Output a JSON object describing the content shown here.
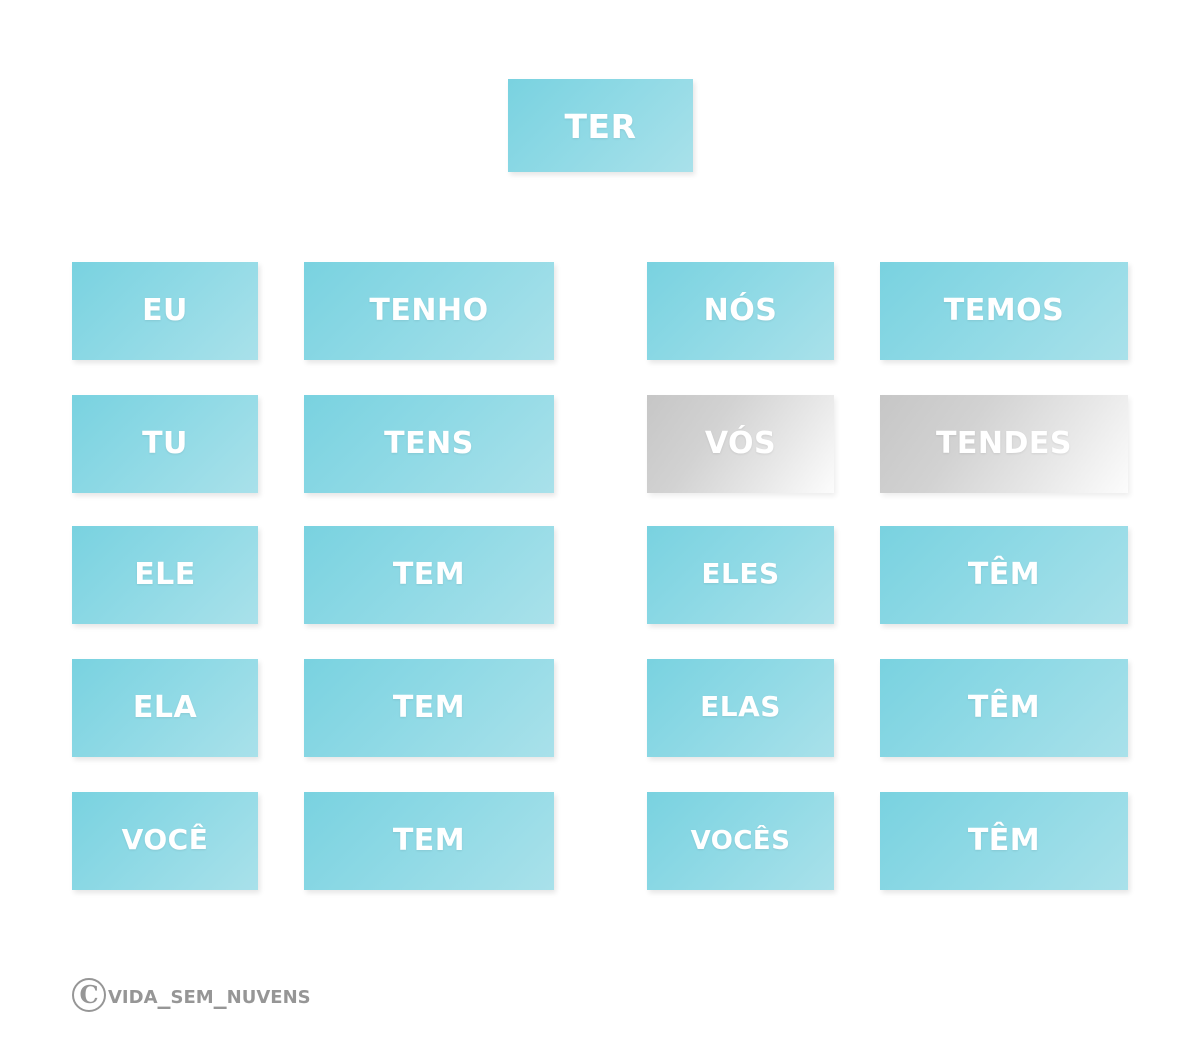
{
  "title": {
    "label": "ter"
  },
  "colors": {
    "card_gradient_start": "#79d2e0",
    "card_gradient_end": "#a9e1ea",
    "muted_gradient_start": "#c6c6c6",
    "muted_gradient_end": "#fcfcfc",
    "text": "#ffffff",
    "background": "#ffffff",
    "watermark": "#6e6e6e"
  },
  "conjugation": {
    "singular": [
      {
        "pronoun": "eu",
        "verb": "tenho",
        "muted": false
      },
      {
        "pronoun": "tu",
        "verb": "tens",
        "muted": false
      },
      {
        "pronoun": "ele",
        "verb": "tem",
        "muted": false
      },
      {
        "pronoun": "ela",
        "verb": "tem",
        "muted": false
      },
      {
        "pronoun": "você",
        "verb": "tem",
        "muted": false
      }
    ],
    "plural": [
      {
        "pronoun": "nós",
        "verb": "temos",
        "muted": false
      },
      {
        "pronoun": "vós",
        "verb": "tendes",
        "muted": true
      },
      {
        "pronoun": "eles",
        "verb": "têm",
        "muted": false
      },
      {
        "pronoun": "elas",
        "verb": "têm",
        "muted": false
      },
      {
        "pronoun": "vocês",
        "verb": "têm",
        "muted": false
      }
    ]
  },
  "watermark": {
    "symbol": "C",
    "handle": "vida_sem_nuvens"
  }
}
